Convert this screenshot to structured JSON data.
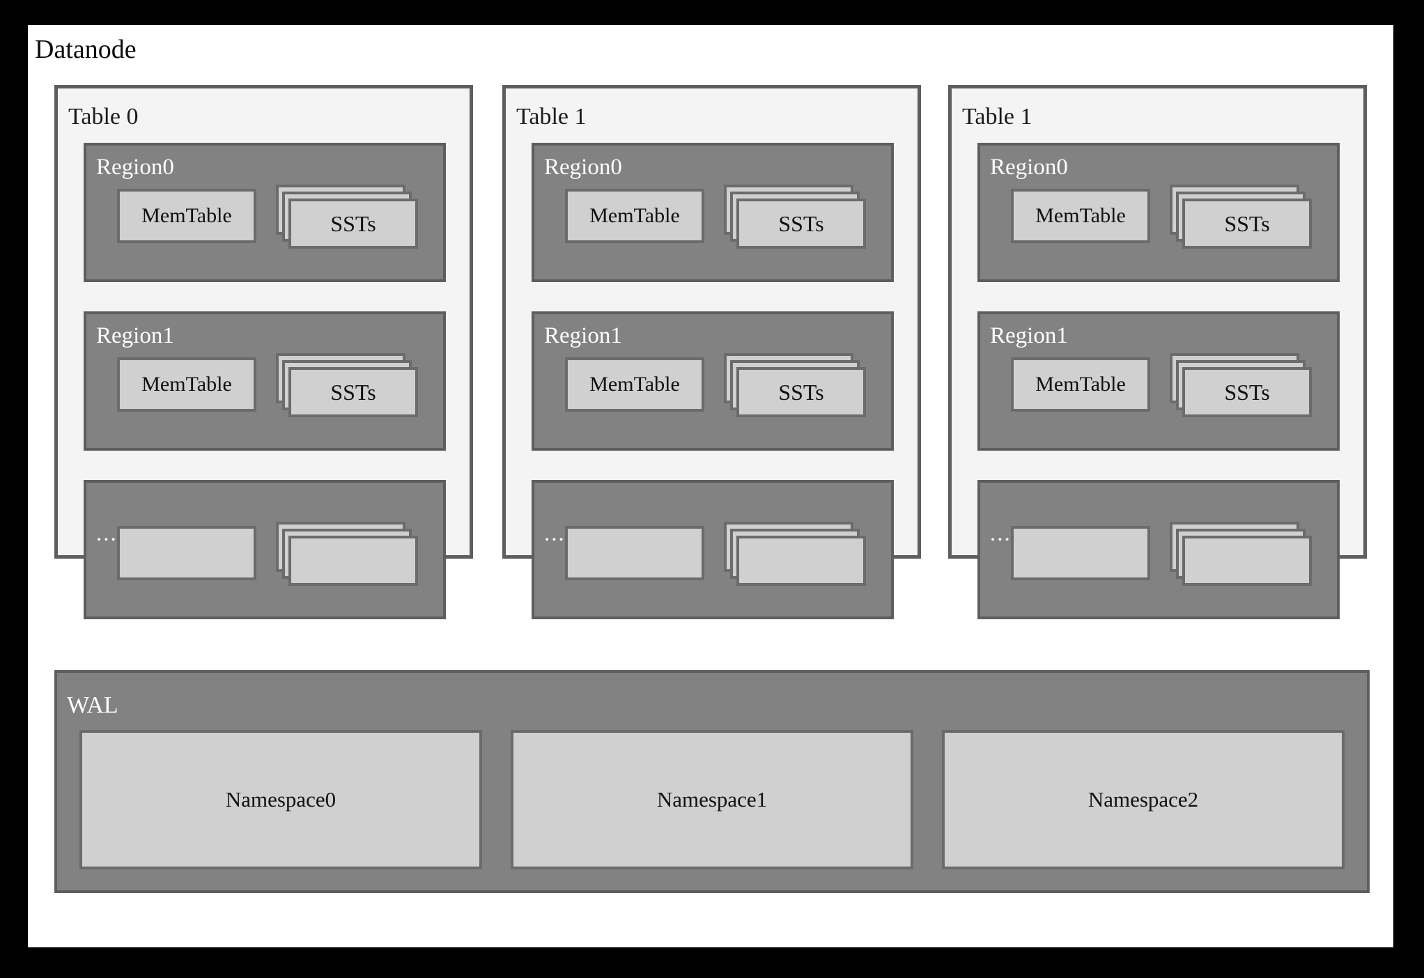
{
  "diagram": {
    "title": "Datanode",
    "type": "architecture-block-diagram",
    "colors": {
      "outer_frame": "#000000",
      "canvas": "#ffffff",
      "table_panel_bg": "#f4f4f4",
      "table_panel_border": "#5e5e5e",
      "region_bg": "#828282",
      "region_border": "#5e5e5e",
      "leaf_box_bg": "#d0d0d0",
      "leaf_box_border": "#6b6b6b",
      "dark_text": "#111111",
      "light_text": "#ffffff"
    }
  },
  "tables": [
    {
      "label": "Table 0",
      "regions": [
        {
          "label": "Region0",
          "is_ellipsis": false,
          "memtable": "MemTable",
          "sst": "SSTs",
          "sst_layers": 3
        },
        {
          "label": "Region1",
          "is_ellipsis": false,
          "memtable": "MemTable",
          "sst": "SSTs",
          "sst_layers": 3
        },
        {
          "label": "...",
          "is_ellipsis": true,
          "memtable": "",
          "sst": "",
          "sst_layers": 3
        }
      ]
    },
    {
      "label": "Table 1",
      "regions": [
        {
          "label": "Region0",
          "is_ellipsis": false,
          "memtable": "MemTable",
          "sst": "SSTs",
          "sst_layers": 3
        },
        {
          "label": "Region1",
          "is_ellipsis": false,
          "memtable": "MemTable",
          "sst": "SSTs",
          "sst_layers": 3
        },
        {
          "label": "...",
          "is_ellipsis": true,
          "memtable": "",
          "sst": "",
          "sst_layers": 3
        }
      ]
    },
    {
      "label": "Table 1",
      "regions": [
        {
          "label": "Region0",
          "is_ellipsis": false,
          "memtable": "MemTable",
          "sst": "SSTs",
          "sst_layers": 3
        },
        {
          "label": "Region1",
          "is_ellipsis": false,
          "memtable": "MemTable",
          "sst": "SSTs",
          "sst_layers": 3
        },
        {
          "label": "...",
          "is_ellipsis": true,
          "memtable": "",
          "sst": "",
          "sst_layers": 3
        }
      ]
    }
  ],
  "wal": {
    "label": "WAL",
    "namespaces": [
      {
        "label": "Namespace0"
      },
      {
        "label": "Namespace1"
      },
      {
        "label": "Namespace2"
      }
    ]
  }
}
